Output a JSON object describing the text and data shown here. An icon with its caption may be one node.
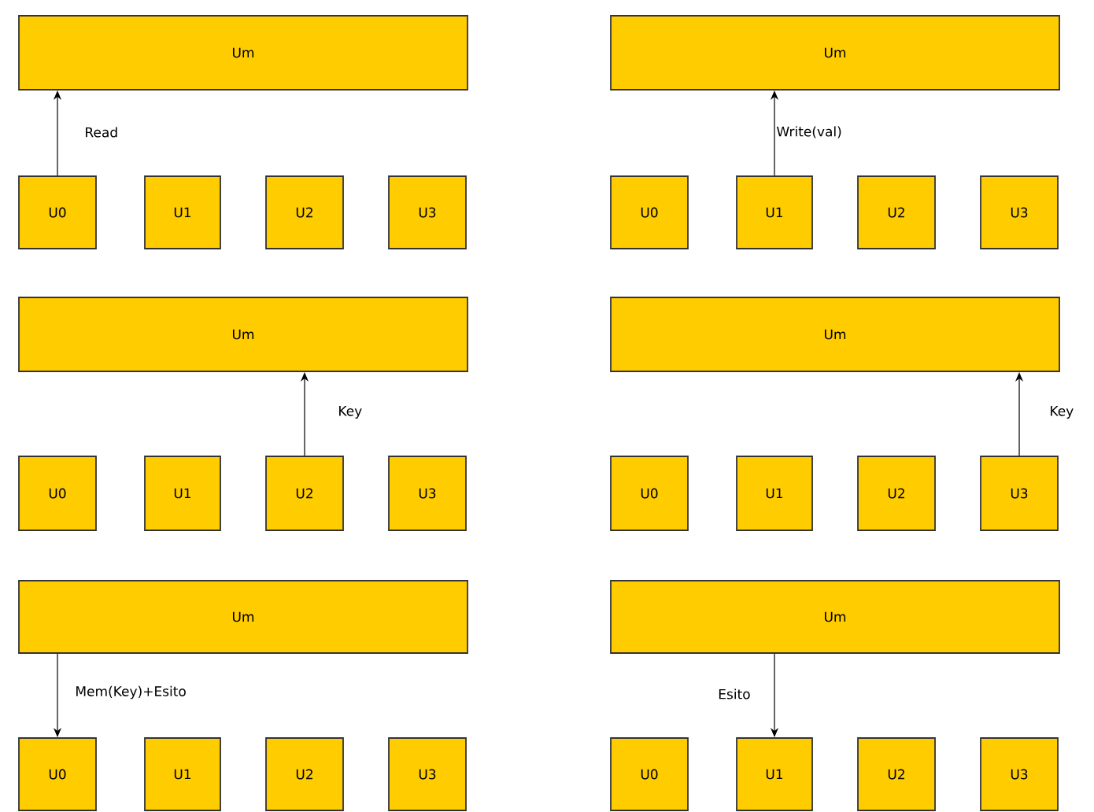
{
  "diagram": {
    "nodes": [
      {
        "text": [
          "Um"
        ]
      },
      {
        "text": [
          "U0"
        ]
      },
      {
        "text": [
          "U1"
        ]
      },
      {
        "text": [
          "U2"
        ]
      },
      {
        "text": [
          "U3"
        ]
      },
      {
        "text": [
          "Um"
        ]
      },
      {
        "text": [
          "U0"
        ]
      },
      {
        "text": [
          "U1"
        ]
      },
      {
        "text": [
          "U2"
        ]
      },
      {
        "text": [
          "U3"
        ]
      },
      {
        "text": [
          "Um"
        ]
      },
      {
        "text": [
          "U0"
        ]
      },
      {
        "text": [
          "U1"
        ]
      },
      {
        "text": [
          "U2"
        ]
      },
      {
        "text": [
          "U3"
        ]
      },
      {
        "text": [
          "Um"
        ]
      },
      {
        "text": [
          "U0"
        ]
      },
      {
        "text": [
          "U1"
        ]
      },
      {
        "text": [
          "U2"
        ]
      },
      {
        "text": [
          "U3"
        ]
      },
      {
        "text": [
          "Um"
        ]
      },
      {
        "text": [
          "U0"
        ]
      },
      {
        "text": [
          "U1"
        ]
      },
      {
        "text": [
          "U2"
        ]
      },
      {
        "text": [
          "U3"
        ]
      },
      {
        "text": [
          "Um"
        ]
      },
      {
        "text": [
          "U0"
        ]
      },
      {
        "text": [
          "U1"
        ]
      },
      {
        "text": [
          "U2"
        ]
      },
      {
        "text": [
          "U3"
        ]
      }
    ],
    "edges": [
      {
        "from": 1,
        "to": 0,
        "arrow": "to",
        "label": "Read"
      },
      {
        "from": 7,
        "to": 5,
        "arrow": "to",
        "label": "Write(val)"
      },
      {
        "from": 13,
        "to": 10,
        "arrow": "to",
        "label": "Key"
      },
      {
        "from": 19,
        "to": 15,
        "arrow": "to",
        "label": "Key"
      },
      {
        "from": 20,
        "to": 21,
        "arrow": "to",
        "label": "Mem(Key)+Esito"
      },
      {
        "from": 25,
        "to": 27,
        "arrow": "to",
        "label": "Esito"
      }
    ]
  }
}
